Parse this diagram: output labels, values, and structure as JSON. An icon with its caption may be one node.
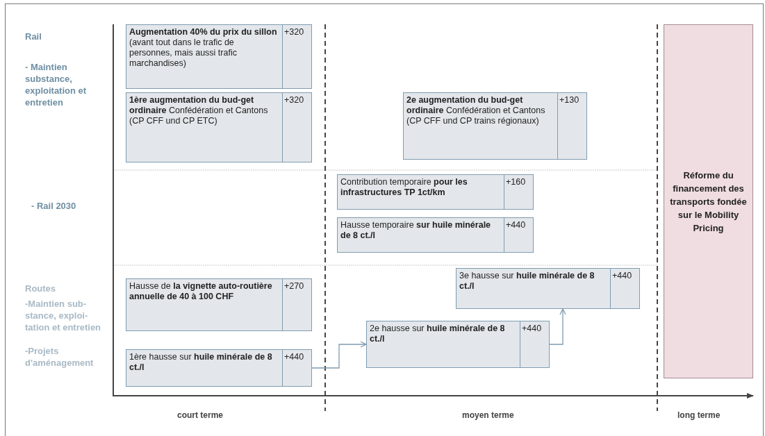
{
  "diagram": {
    "nodes": [
      {
        "text": [
          "**Augmentation 40% du prix du sillon** (avant tout dans le trafic de personnes, mais aussi trafic marchandises)",
          "+320"
        ]
      },
      {
        "text": [
          "**1ère augmentation du bud-get ordinaire** Confédération et Cantons (CP CFF und CP ETC)",
          "+320"
        ]
      },
      {
        "text": [
          "**2e augmentation du bud-get ordinaire** Confédération et Cantons (CP CFF und CP trains régionaux)",
          "+130"
        ]
      },
      {
        "text": [
          "Réforme du financement des transports fondée sur le Mobility Pricing"
        ]
      },
      {
        "text": [
          "Contribution temporaire **pour les infrastructures TP 1ct/km**",
          "+160"
        ]
      },
      {
        "text": [
          "Hausse temporaire **sur huile minérale de 8 ct./l**",
          "+440"
        ]
      },
      {
        "text": [
          "3e hausse sur **huile minérale de 8 ct./l**",
          "+440"
        ]
      },
      {
        "text": [
          "Hausse de **la vignette auto-routière annuelle de 40 à 100 CHF**",
          "+270"
        ]
      },
      {
        "text": [
          "2e hausse sur **huile minérale de 8 ct./l**",
          "+440"
        ]
      },
      {
        "text": [
          "1ère hausse sur **huile minérale de 8 ct./l**",
          "+440"
        ]
      }
    ],
    "edges": [
      {
        "from": 9,
        "to": 8,
        "arrow": "to"
      },
      {
        "from": 8,
        "to": 6,
        "arrow": "to"
      }
    ],
    "labels": [
      "Rail",
      "- Maintien substance, exploitation et entretien",
      "- Rail 2030",
      "Routes",
      "-Maintien sub-stance, exploi-tation et entretien",
      "-Projets d'aménagement",
      "court terme",
      "moyen terme",
      "long terme"
    ]
  }
}
